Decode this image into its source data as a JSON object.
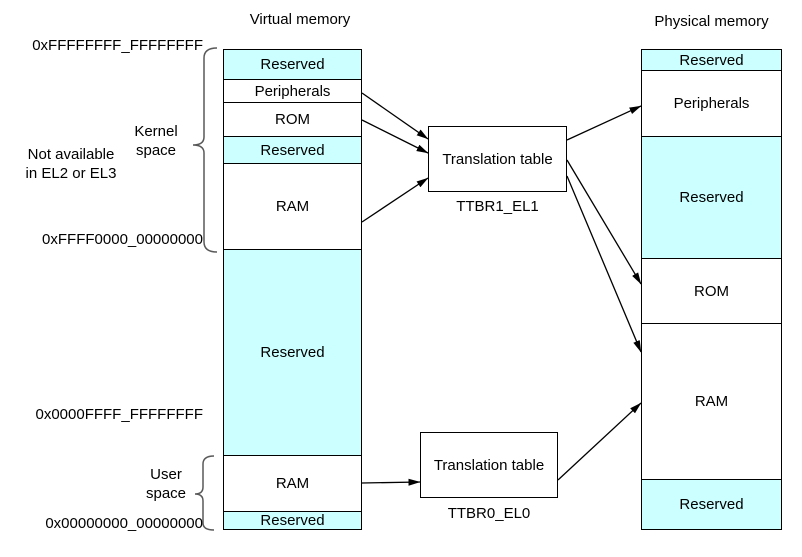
{
  "diagram": {
    "virtual": {
      "title": "Virtual memory",
      "segments": [
        {
          "label": "Reserved"
        },
        {
          "label": "Peripherals"
        },
        {
          "label": "ROM"
        },
        {
          "label": "Reserved"
        },
        {
          "label": "RAM"
        },
        {
          "label": "Reserved"
        },
        {
          "label": "RAM"
        },
        {
          "label": "Reserved"
        }
      ],
      "addresses": {
        "top": "0xFFFFFFFF_FFFFFFFF",
        "kernel_bottom": "0xFFFF0000_00000000",
        "user_top": "0x0000FFFF_FFFFFFFF",
        "bottom": "0x00000000_00000000"
      },
      "labels": {
        "kernel_space": "Kernel\nspace",
        "user_space": "User\nspace",
        "not_available": "Not available\nin EL2 or EL3"
      }
    },
    "physical": {
      "title": "Physical memory",
      "segments": [
        {
          "label": "Reserved"
        },
        {
          "label": "Peripherals"
        },
        {
          "label": "Reserved"
        },
        {
          "label": "ROM"
        },
        {
          "label": "RAM"
        },
        {
          "label": "Reserved"
        }
      ]
    },
    "translation_tables": [
      {
        "label": "Translation table",
        "register": "TTBR1_EL1"
      },
      {
        "label": "Translation table",
        "register": "TTBR0_EL0"
      }
    ],
    "colors": {
      "reserved_fill": "#CCFFFF",
      "normal_fill": "#FFFFFF",
      "border": "#000000",
      "text": "#000000"
    }
  }
}
